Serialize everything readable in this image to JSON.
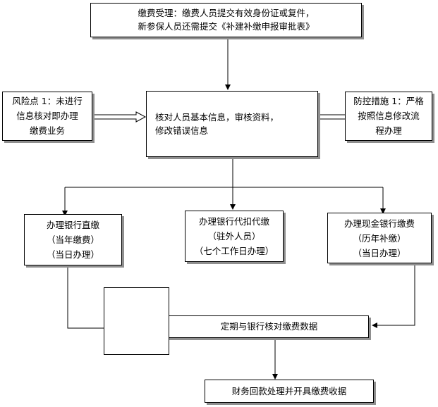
{
  "nodes": {
    "accept": {
      "line1": "缴费受理：缴费人员提交有效身份证或复件，",
      "line2": "新参保人员还需提交《补建补缴申报审批表》"
    },
    "verify": {
      "line1": "核对人员基本信息，审核资料，",
      "line2": "修改错误信息"
    },
    "risk": {
      "line1": "风险点 1：未进行",
      "line2": "信息核对即办理",
      "line3": "缴费业务"
    },
    "control": {
      "line1": "防控措施 1：严格",
      "line2": "按照信息修改流",
      "line3": "程办理"
    },
    "bank_direct": {
      "line1": "办理银行直缴",
      "line2": "（当年缴费）",
      "line3": "（当日办理）"
    },
    "bank_agent": {
      "line1": "办理银行代扣代缴",
      "line2": "（驻外人员）",
      "line3": "（七个工作日办理）"
    },
    "bank_cash": {
      "line1": "办理现金银行缴费",
      "line2": "（历年补缴）",
      "line3": "（当日办理）"
    },
    "reconcile": {
      "line1": "定期与银行核对缴费数据"
    },
    "finance": {
      "line1": "财务回款处理并开具缴费收据"
    }
  }
}
